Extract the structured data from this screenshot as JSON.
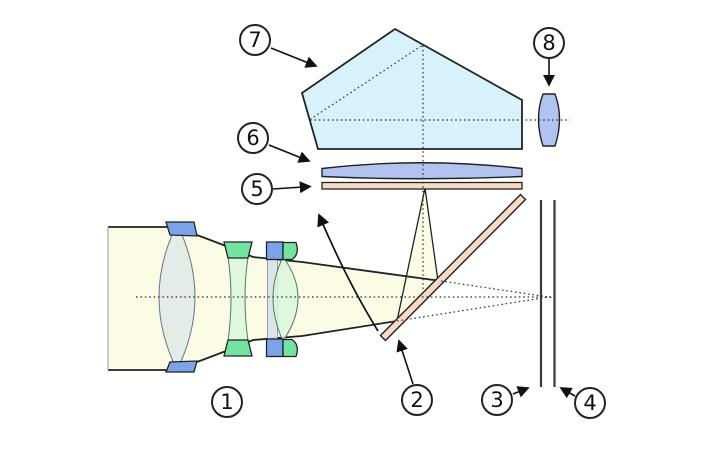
{
  "labels": {
    "lens_assembly": "1",
    "mirror": "2",
    "shutter": "3",
    "film_plane": "4",
    "focusing_screen": "5",
    "condenser_lens": "6",
    "pentaprism": "7",
    "eyepiece": "8"
  },
  "colors": {
    "prism": "#d8f2fb",
    "lensblue": "#b2c3f0",
    "pink": "#f8dbc6",
    "beam": "#fbfbe6",
    "glassgray": "#dde8e7",
    "slabgray": "#d9e3e5",
    "lensgreen": "#d9f6da",
    "mountgreen": "#74e3a2",
    "mountblue": "#7ba3ea",
    "outline": "#222222",
    "dotted": "#333333",
    "wall": "#3a3a3a"
  }
}
